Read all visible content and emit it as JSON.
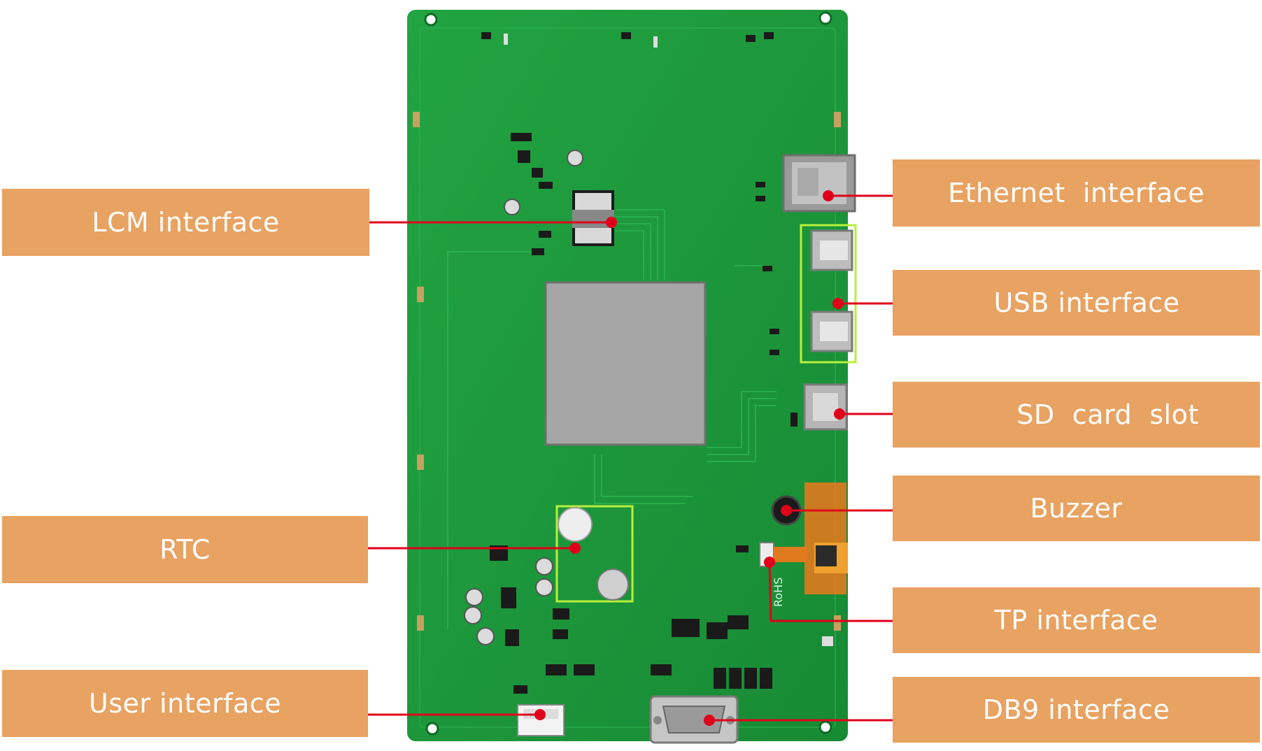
{
  "colors": {
    "label_bg": "#E8A261",
    "label_text": "#ffffff",
    "leader": "#E0001A",
    "pcb": "#1E9C3C",
    "highlight": "#B8F03C"
  },
  "labels": {
    "lcm": "LCM interface",
    "rtc": "RTC",
    "user": "User interface",
    "ethernet": "Ethernet  interface",
    "usb": "USB interface",
    "sd": "SD  card  slot",
    "buzzer": "Buzzer",
    "tp": "TP interface",
    "db9": "DB9 interface"
  },
  "board": {
    "silkscreen_rohs": "RoHS"
  }
}
